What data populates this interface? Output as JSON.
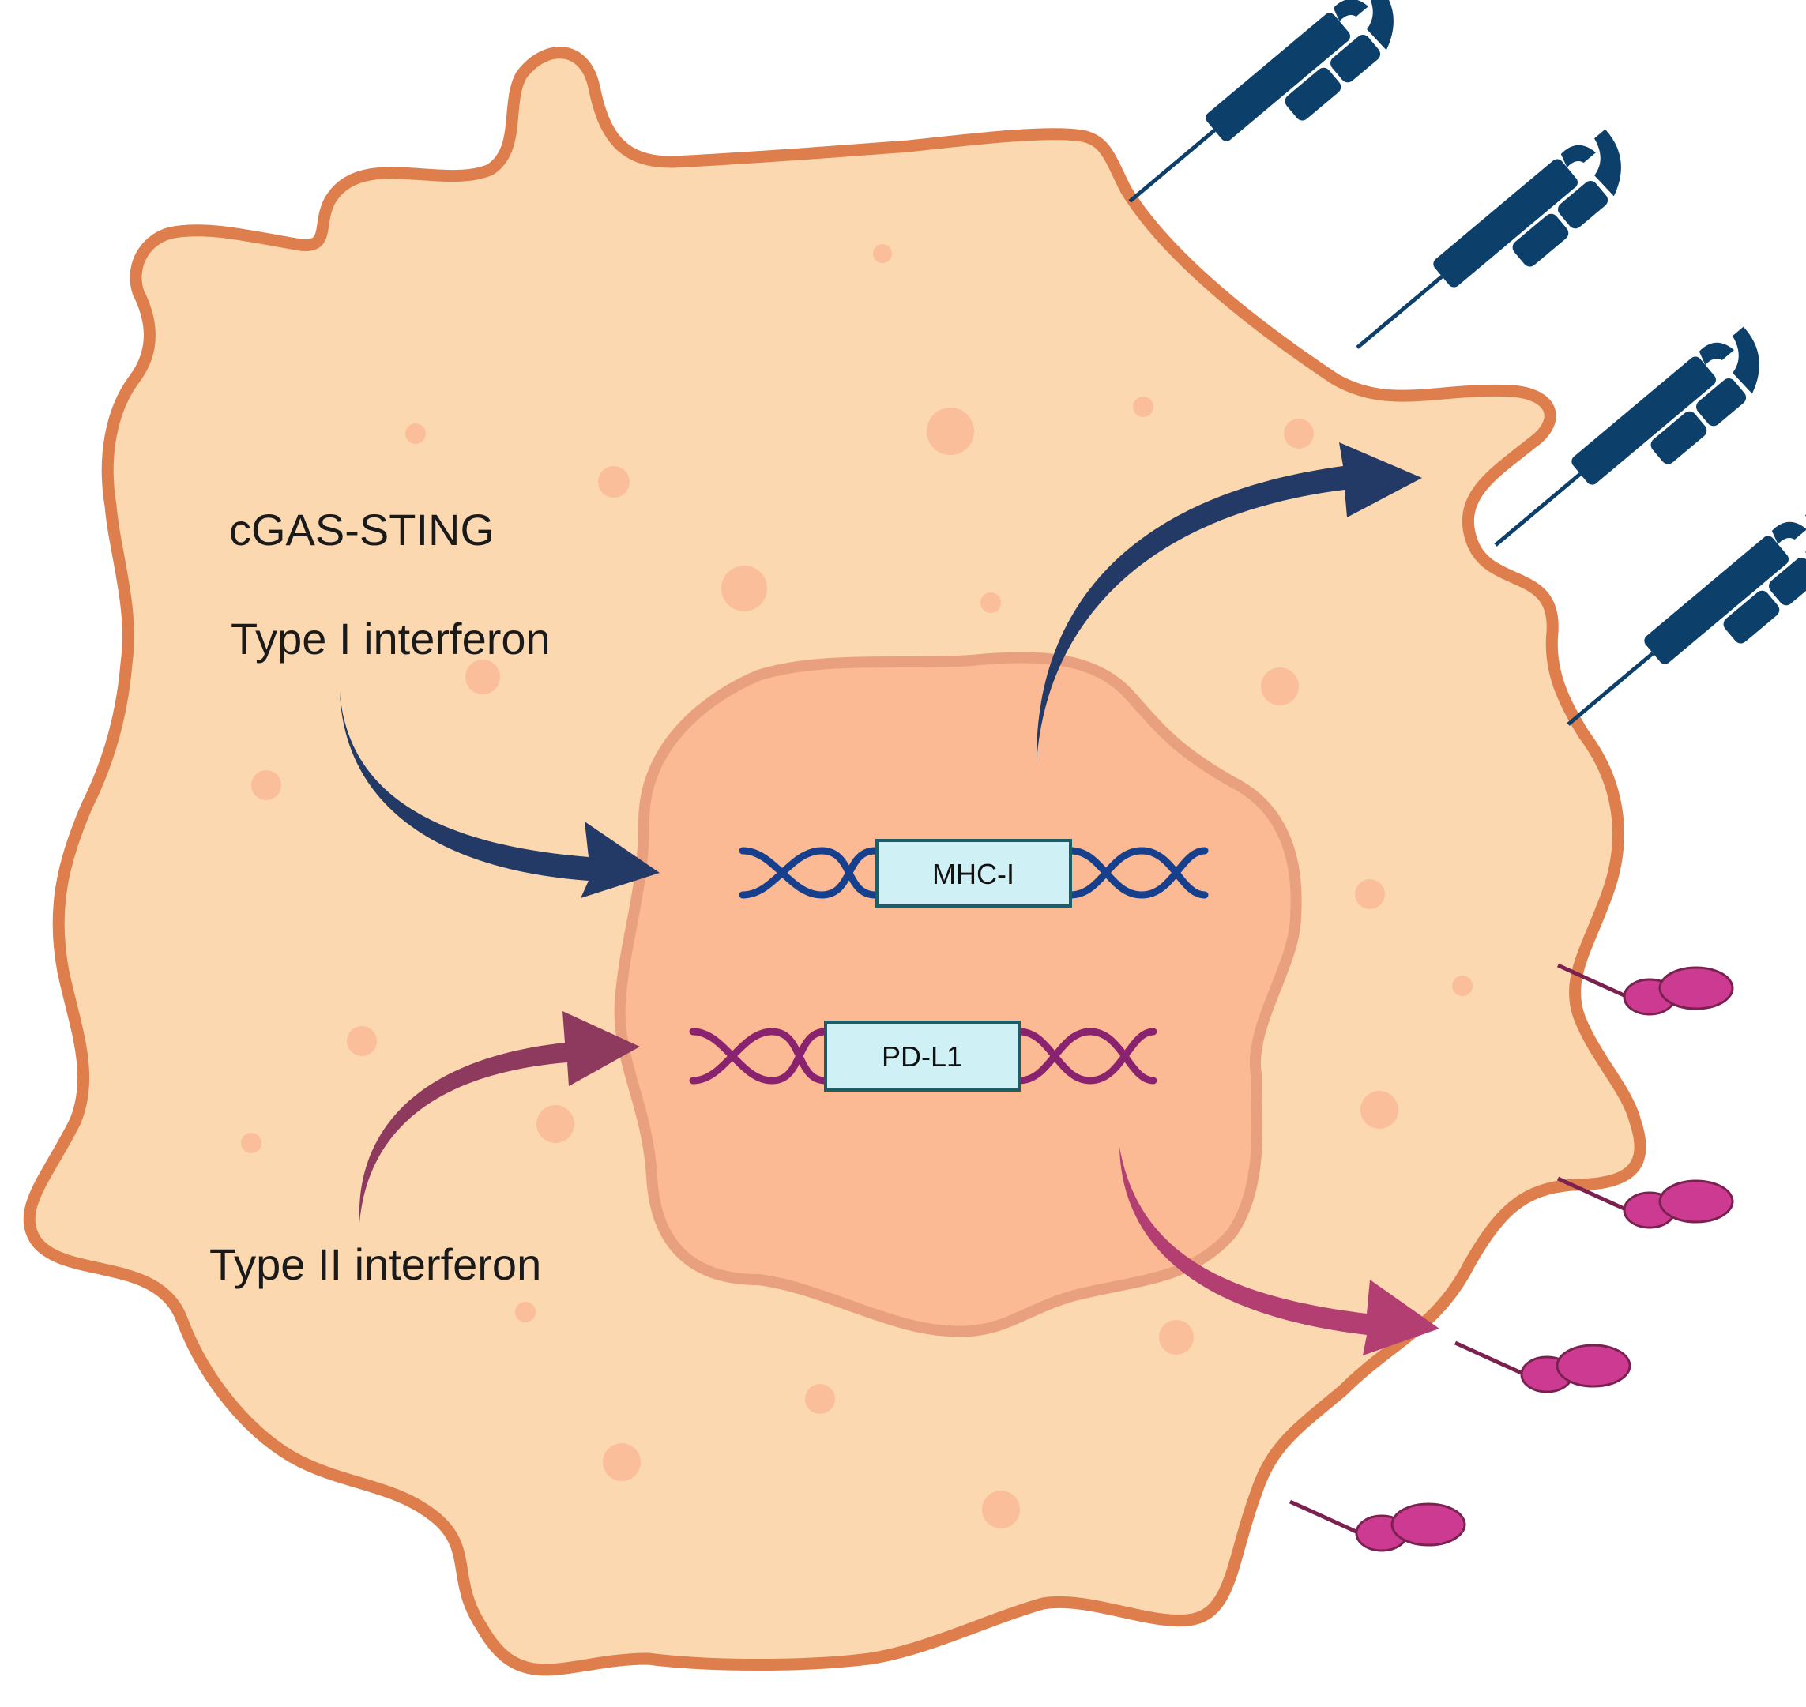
{
  "labels": {
    "pathway1": "cGAS-STING",
    "pathway2": "Type I interferon",
    "pathway3": "Type II interferon"
  },
  "genes": {
    "mhc": "MHC-I",
    "pdl1": "PD-L1"
  },
  "colors": {
    "cell_fill": "#FCD8B0",
    "cell_border": "#DE7E4C",
    "nucleus_fill": "#FBBA93",
    "nucleus_border": "#E9A07E",
    "vesicle": "#FABE9B",
    "arrow_mhc": "#233A66",
    "arrow_pdl1_in": "#8E3A5E",
    "arrow_pdl1_out": "#B33F72",
    "mhc_receptor": "#0D3F6B",
    "pdl1_ligand": "#CC3A91",
    "pdl1_stalk": "#7A2150",
    "dna_mhc": "#163F8E",
    "dna_pdl1": "#8A236F",
    "gene_box_fill": "#CFF0F5",
    "gene_box_border": "#1C5D68"
  },
  "icons": [
    "mhc-i-receptor-icon",
    "pd-l1-ligand-icon",
    "dna-helix-icon"
  ]
}
